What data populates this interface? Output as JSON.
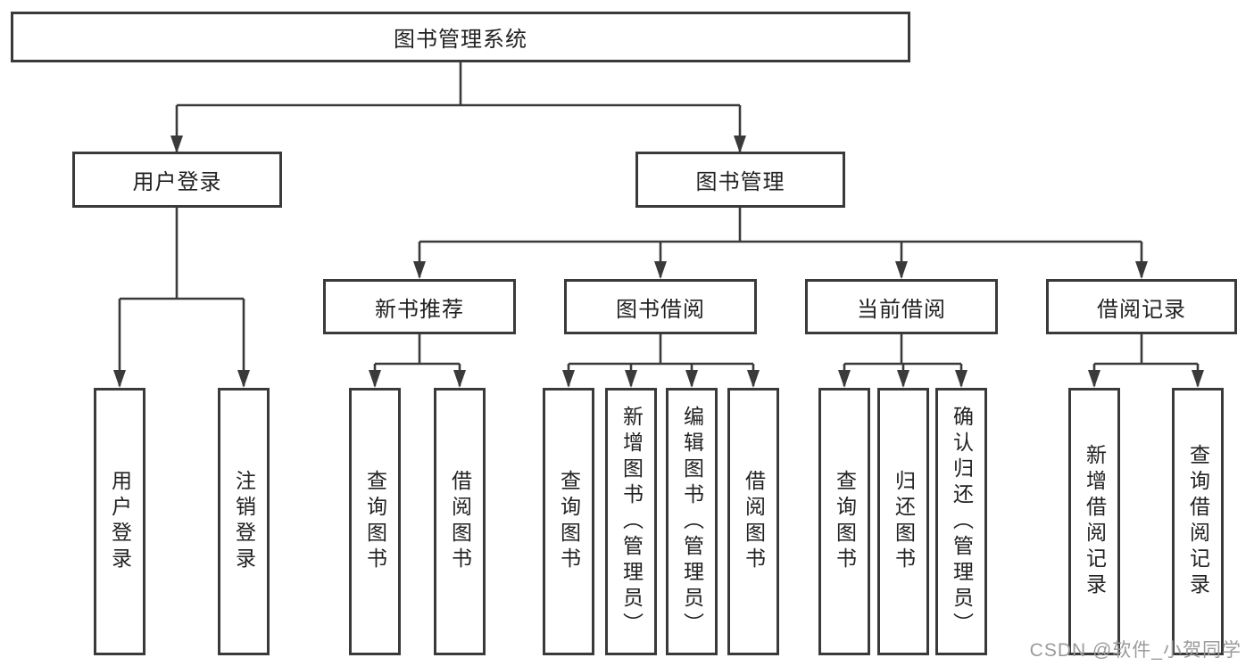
{
  "diagram_title": "图书管理系统",
  "tree": {
    "label": "图书管理系统",
    "children": [
      {
        "label": "用户登录",
        "children": [
          {
            "label": "用户登录"
          },
          {
            "label": "注销登录"
          }
        ]
      },
      {
        "label": "图书管理",
        "children": [
          {
            "label": "新书推荐",
            "children": [
              {
                "label": "查询图书"
              },
              {
                "label": "借阅图书"
              }
            ]
          },
          {
            "label": "图书借阅",
            "children": [
              {
                "label": "查询图书"
              },
              {
                "label": "新增图书（管理员）"
              },
              {
                "label": "编辑图书（管理员）"
              },
              {
                "label": "借阅图书"
              }
            ]
          },
          {
            "label": "当前借阅",
            "children": [
              {
                "label": "查询图书"
              },
              {
                "label": "归还图书"
              },
              {
                "label": "确认归还（管理员）"
              }
            ]
          },
          {
            "label": "借阅记录",
            "children": [
              {
                "label": "新增借阅记录"
              },
              {
                "label": "查询借阅记录"
              }
            ]
          }
        ]
      }
    ]
  },
  "watermark": {
    "text": "CSDN @软件_小贺同学"
  },
  "colors": {
    "line": "#3a3a3a",
    "box_border": "#3a3a3a",
    "text": "#222222",
    "watermark": "#9b9b9b",
    "background": "#ffffff"
  }
}
